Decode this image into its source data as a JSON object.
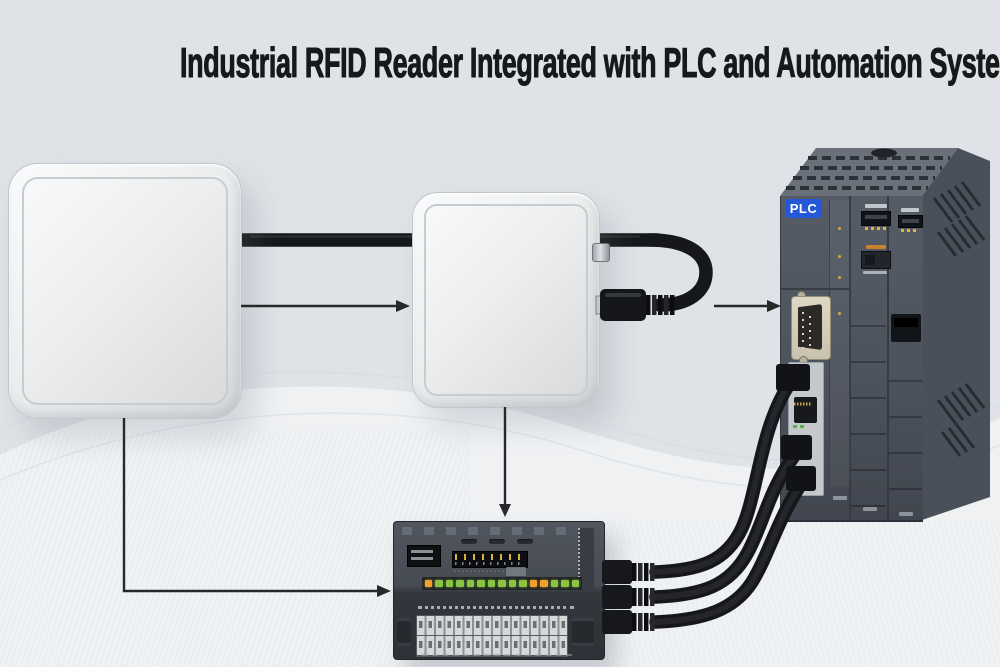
{
  "title": "Industrial RFID Reader Integrated with PLC and Automation Systems",
  "plc": {
    "label": "PLC"
  },
  "controller": {
    "leds": [
      "orange",
      "green",
      "green",
      "green",
      "green",
      "green",
      "green",
      "green",
      "green",
      "green",
      "orange",
      "orange",
      "green",
      "green",
      "green"
    ]
  },
  "colors": {
    "background_top": "#eef0f2",
    "background_bottom": "#e8ebee",
    "title": "#17181a",
    "plc_label_bg": "#2458d8",
    "plc_label_text": "#ffffff",
    "plc_body": "#4d535d",
    "cable": "#16171a",
    "arrow": "#26282b",
    "led_green": "#8bc53f",
    "led_orange": "#efa22f",
    "terminal": "#d6d8da"
  }
}
